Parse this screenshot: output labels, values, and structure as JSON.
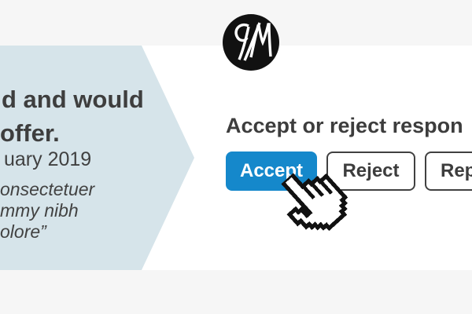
{
  "logo": {
    "monogram": "GM"
  },
  "testimonial": {
    "line1": "d and would",
    "line2": "offer.",
    "date": "uary 2019",
    "quote_line1": "onsectetuer",
    "quote_line2": "mmy nibh",
    "quote_line3": "olore”"
  },
  "main": {
    "heading": "Accept or reject respon",
    "buttons": [
      {
        "label": "Accept",
        "style": "primary"
      },
      {
        "label": "Reject",
        "style": "secondary"
      },
      {
        "label": "Rep",
        "style": "secondary"
      }
    ]
  },
  "colors": {
    "accent_blue": "#1588cb",
    "arrow_panel": "#d6e4ea",
    "page_strip": "#f6f6f6",
    "text_dark": "#3d3d3d",
    "logo_bg": "#111111"
  }
}
